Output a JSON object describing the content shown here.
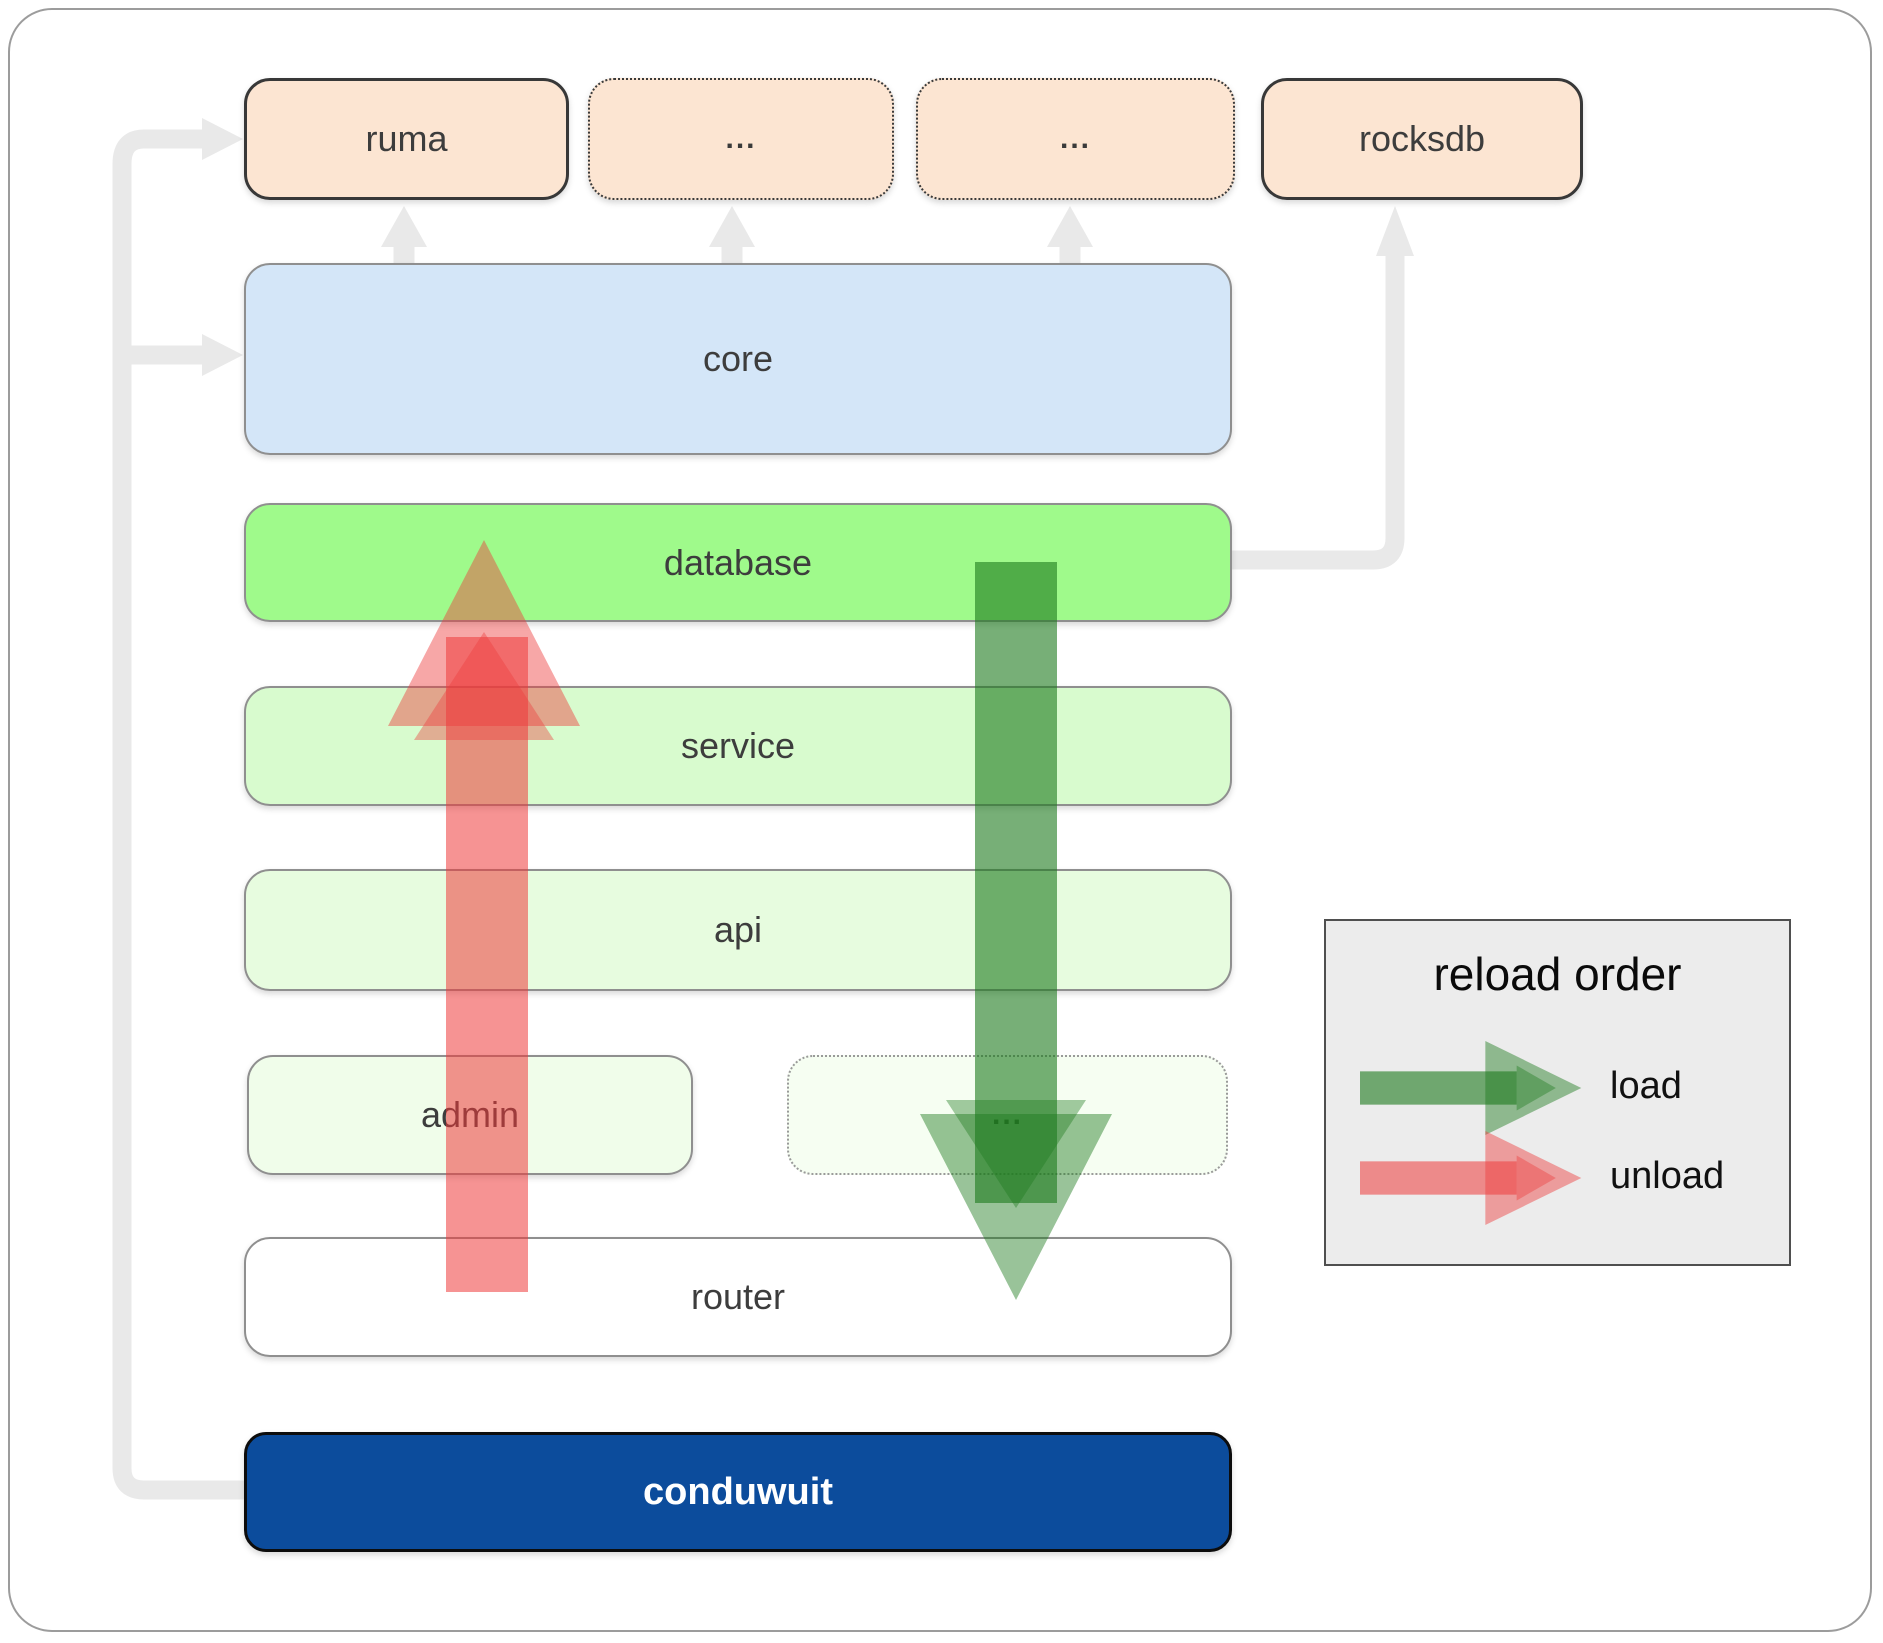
{
  "diagram": {
    "top_row": [
      {
        "label": "ruma",
        "border": "solid"
      },
      {
        "label": "...",
        "border": "dotted"
      },
      {
        "label": "...",
        "border": "dotted"
      },
      {
        "label": "rocksdb",
        "border": "solid"
      }
    ],
    "layers": [
      {
        "label": "core",
        "fill": "#d4e6f8"
      },
      {
        "label": "database",
        "fill": "#9ffa8b"
      },
      {
        "label": "service",
        "fill": "#d8fbce"
      },
      {
        "label": "api",
        "fill": "#e7fcdf"
      }
    ],
    "admin_row": [
      {
        "label": "admin",
        "border": "solid",
        "fill": "#f0fdea"
      },
      {
        "label": "...",
        "border": "dotted",
        "fill": "#f6fef2"
      }
    ],
    "router_label": "router",
    "conduwuit_label": "conduwuit"
  },
  "legend": {
    "title": "reload order",
    "items": [
      {
        "label": "load",
        "color": "#1d7a1d"
      },
      {
        "label": "unload",
        "color": "#ee3b3b"
      }
    ]
  },
  "colors": {
    "top_box_fill": "#fce5d2",
    "core_fill": "#d4e6f8",
    "database_fill": "#9ffa8b",
    "service_fill": "#d8fbce",
    "api_fill": "#e7fcdf",
    "admin_fill": "#f0fdea",
    "admin_dots_fill": "#f6fef2",
    "router_fill": "#ffffff",
    "conduwuit_fill": "#0c4c9c",
    "connector_gray": "#e9e9e9",
    "load_green": "#1d7a1d",
    "unload_red": "#ee3b3b"
  }
}
